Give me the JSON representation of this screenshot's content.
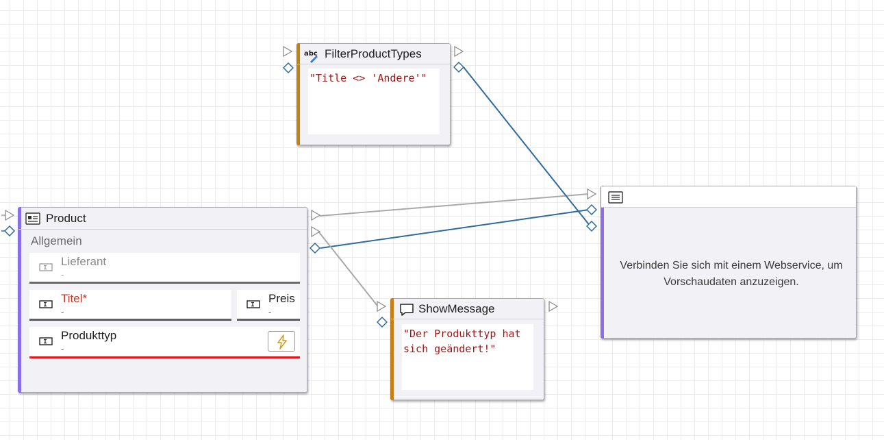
{
  "filter_node": {
    "title": "FilterProductTypes",
    "icon": "abc-formula-icon",
    "expression": "\"Title <> 'Andere'\""
  },
  "product_node": {
    "title": "Product",
    "icon": "form-icon",
    "section": "Allgemein",
    "fields": [
      {
        "label": "Lieferant",
        "value": "-"
      },
      {
        "label": "Titel*",
        "value": "-"
      },
      {
        "label": "Preis",
        "value": "-"
      },
      {
        "label": "Produkttyp",
        "value": "-"
      }
    ],
    "colors": {
      "accent": "#7b68ee",
      "required": "#c0392b",
      "error_line": "#e8161b",
      "lightning": "#d49a1c"
    }
  },
  "show_message_node": {
    "title": "ShowMessage",
    "icon": "speech-bubble-icon",
    "message": "\"Der Produkttyp hat sich geändert!\""
  },
  "datasource_node": {
    "icon": "list-icon",
    "message": "Verbinden Sie sich mit einem Webservice, um Vorschaudaten anzuzeigen."
  },
  "colors": {
    "flow_wire": "#a9a9a9",
    "data_wire": "#2d6aa0",
    "action_stripe": "#c47f16",
    "component_stripe": "#8a70e6"
  }
}
